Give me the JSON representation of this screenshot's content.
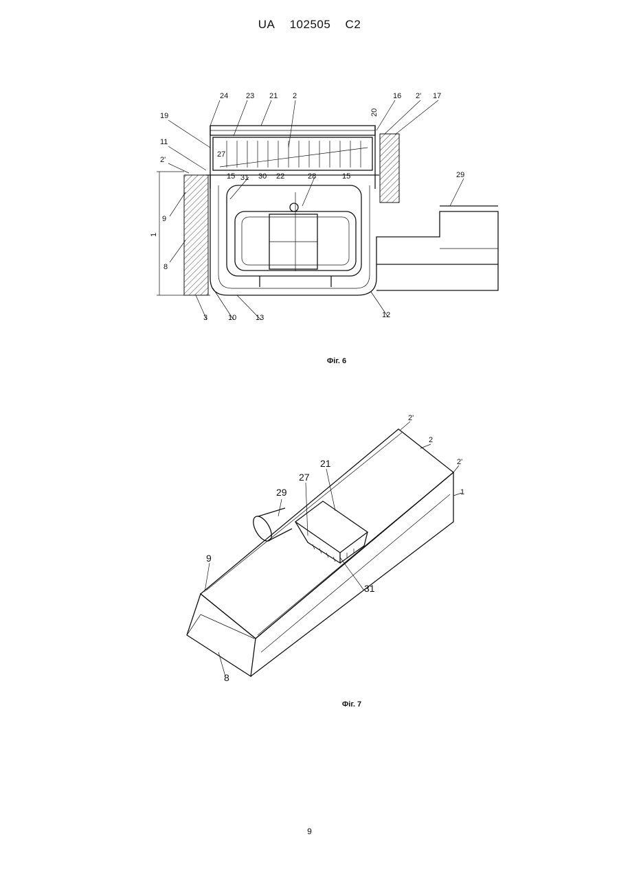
{
  "header": {
    "country": "UA",
    "number": "102505",
    "kind": "C2"
  },
  "figure6": {
    "caption": "Фіг. 6",
    "labels": [
      "24",
      "23",
      "21",
      "2",
      "20",
      "16",
      "2'",
      "17",
      "19",
      "11",
      "2'",
      "27",
      "31",
      "30",
      "22",
      "28",
      "15",
      "15",
      "29",
      "9",
      "8",
      "1",
      "3",
      "10",
      "13",
      "12"
    ]
  },
  "figure7": {
    "caption": "Фіг. 7",
    "labels": [
      "2'",
      "2",
      "2'",
      "1",
      "21",
      "27",
      "29",
      "31",
      "9",
      "8"
    ]
  },
  "page_number": "9"
}
